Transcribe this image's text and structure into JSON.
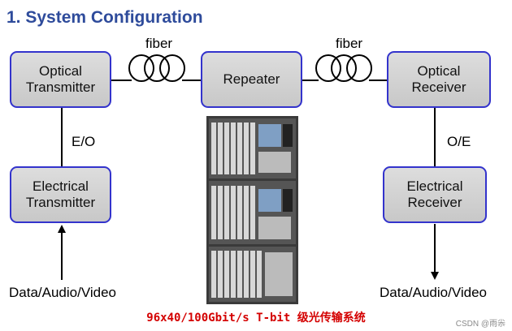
{
  "title": "1. System Configuration",
  "boxes": {
    "optical_transmitter": "Optical\nTransmitter",
    "repeater": "Repeater",
    "optical_receiver": "Optical\nReceiver",
    "electrical_transmitter": "Electrical\nTransmitter",
    "electrical_receiver": "Electrical\nReceiver"
  },
  "labels": {
    "fiber_left": "fiber",
    "fiber_right": "fiber",
    "eo": "E/O",
    "oe": "O/E",
    "input": "Data/Audio/Video",
    "output": "Data/Audio/Video"
  },
  "caption": "96x40/100Gbit/s T-bit 级光传输系统",
  "watermark": "CSDN @雨尜",
  "colors": {
    "title": "#2e4b9b",
    "box_border": "#3333cc",
    "box_fill": "#d4d4d4",
    "caption": "#d40000"
  }
}
